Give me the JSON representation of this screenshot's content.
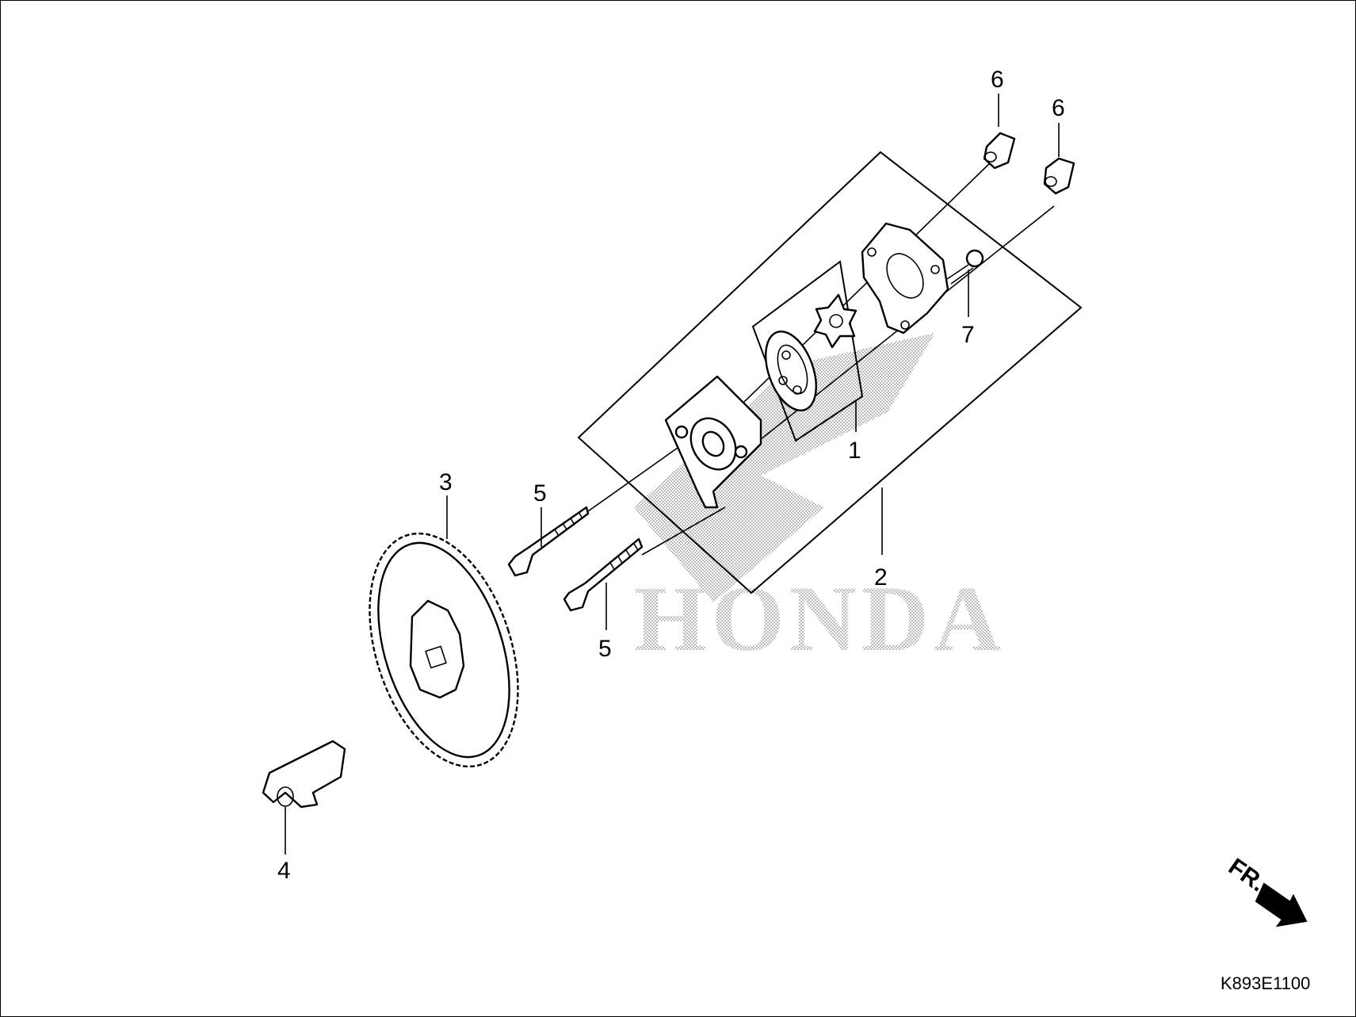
{
  "diagram": {
    "callouts": [
      {
        "id": "1",
        "label": "1"
      },
      {
        "id": "2",
        "label": "2"
      },
      {
        "id": "3",
        "label": "3"
      },
      {
        "id": "4",
        "label": "4"
      },
      {
        "id": "5a",
        "label": "5"
      },
      {
        "id": "5b",
        "label": "5"
      },
      {
        "id": "6a",
        "label": "6"
      },
      {
        "id": "6b",
        "label": "6"
      },
      {
        "id": "7",
        "label": "7"
      }
    ],
    "watermark": "HONDA",
    "direction_label": "FR.",
    "figure_code": "K893E1100"
  }
}
